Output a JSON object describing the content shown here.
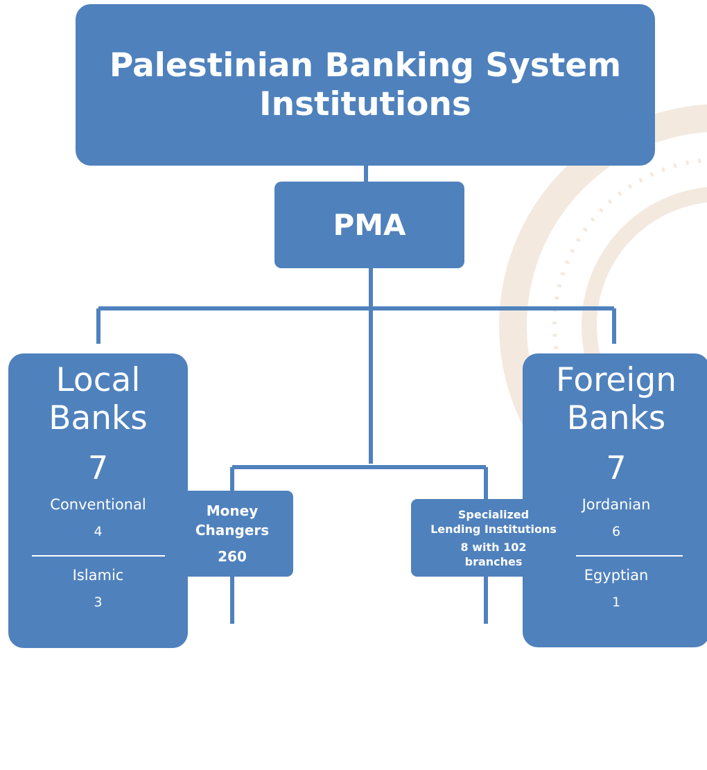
{
  "root": {
    "label": "Palestinian Banking System Institutions"
  },
  "pma": {
    "label": "PMA"
  },
  "local_banks": {
    "title_line1": "Local",
    "title_line2": "Banks",
    "count": "7",
    "sub1_label": "Conventional",
    "sub1_value": "4",
    "sub2_label": "Islamic",
    "sub2_value": "3"
  },
  "foreign_banks": {
    "title_line1": "Foreign",
    "title_line2": "Banks",
    "count": "7",
    "sub1_label": "Jordanian",
    "sub1_value": "6",
    "sub2_label": "Egyptian",
    "sub2_value": "1"
  },
  "money_changers": {
    "label_line1": "Money",
    "label_line2": "Changers",
    "count": "260"
  },
  "lending": {
    "label_line1": "Specialized",
    "label_line2": "Lending Institutions",
    "count_line1": "8 with 102",
    "count_line2": "branches"
  },
  "colors": {
    "box_fill": "#4f81bd",
    "connector": "#4f81bd",
    "text": "#ffffff",
    "watermark": "#f3e7dc"
  }
}
